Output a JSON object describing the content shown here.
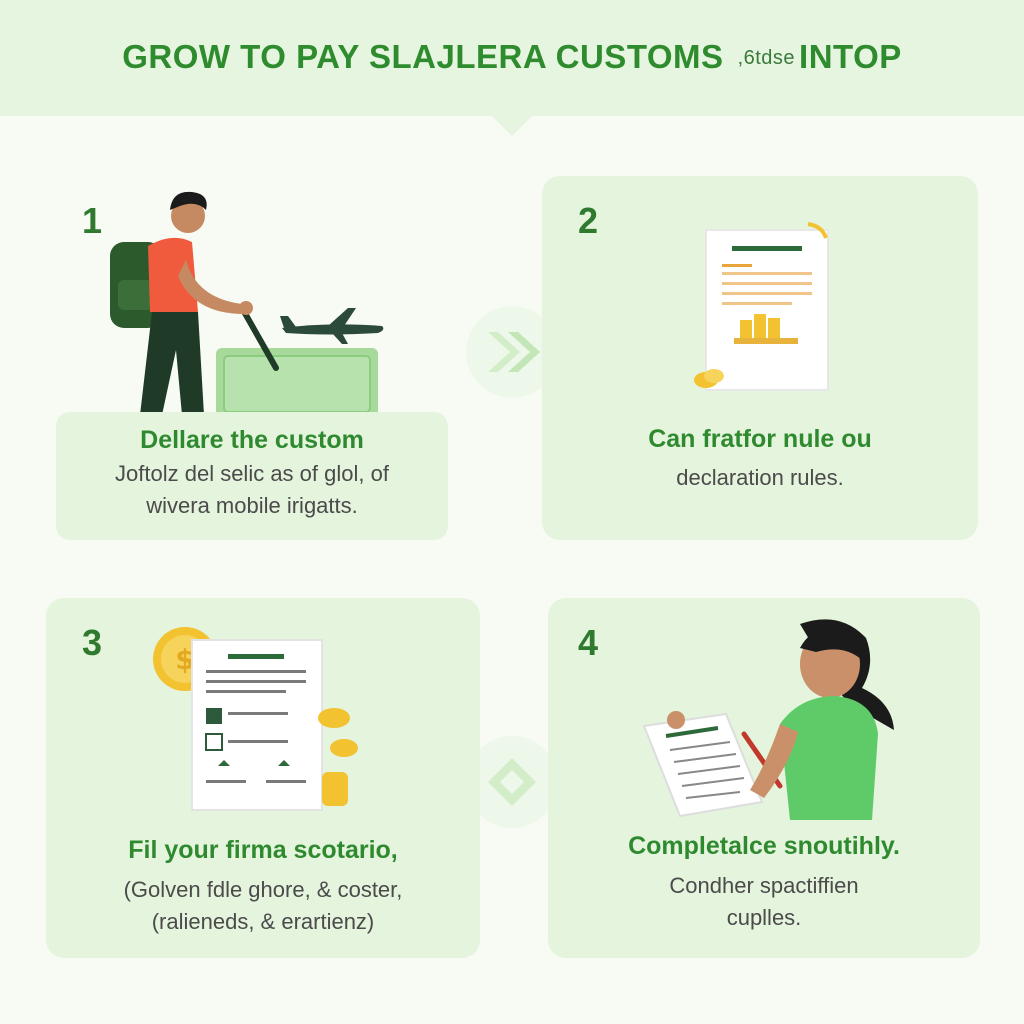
{
  "header": {
    "title_left": "GROW TO PAY SLAJLERA CUSTOMS",
    "title_mid": ",6tdse",
    "title_right": "INTOP"
  },
  "steps": [
    {
      "number": "1",
      "title": "Dellare the custom",
      "line1": "Joftolz del selic as of glol, of",
      "line2": "wivera mobile irigatts."
    },
    {
      "number": "2",
      "title": "Can fratfor nule ou",
      "line1": "declaration rules.",
      "line2": ""
    },
    {
      "number": "3",
      "title": "Fil your firma scotario,",
      "line1": "(Golven fdle ghore, & coster,",
      "line2": "(ralieneds, & erartienz)"
    },
    {
      "number": "4",
      "title": "Completalce snoutihly.",
      "line1": "Condher spactiffien",
      "line2": "cuplles."
    }
  ],
  "icons": {
    "traveler": "traveler-with-luggage-icon",
    "airplane": "airplane-icon",
    "document": "document-icon",
    "coins": "coins-icon",
    "woman": "woman-with-form-icon"
  },
  "colors": {
    "accent": "#2f8a2f",
    "card_bg": "#e4f4dd",
    "coin": "#f2c230"
  }
}
